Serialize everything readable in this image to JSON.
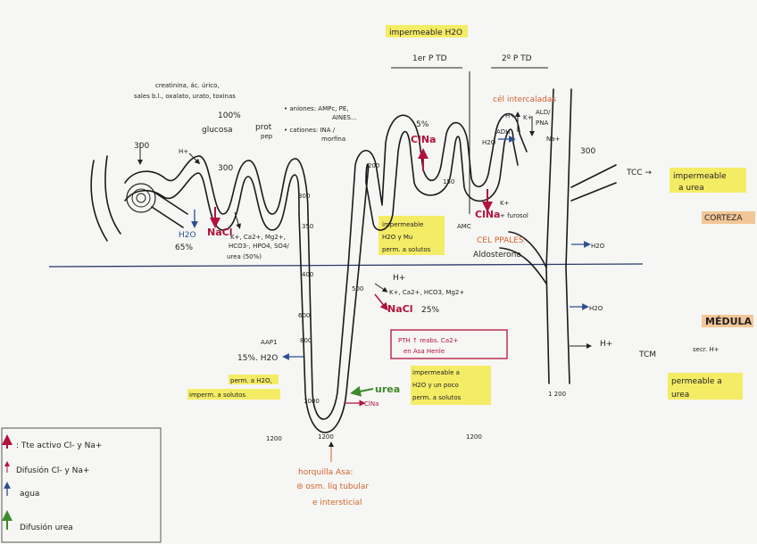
{
  "top": {
    "impermeable_h2o": "impermeable H2O",
    "first_ptd": "1er P TD",
    "second_ptd": "2º P TD"
  },
  "zones": {
    "corteza": "CORTEZA",
    "medula": "MÉDULA"
  },
  "osmolarity": {
    "o300_left": "300",
    "o300_glom": "300",
    "o300_right": "300",
    "o200": "200",
    "o150": "150",
    "o300_desc": "300",
    "o350": "350",
    "o400": "400",
    "o500": "500",
    "o600": "600",
    "o800": "800",
    "o1000": "1000",
    "o1200_a": "1200",
    "o1200_b": "1200",
    "o1200_c": "1200",
    "o1200_d": "1 200"
  },
  "proximal": {
    "secreted": "creatinina, ác. úrico,",
    "secreted2": "sales b.l., oxalato, urato, toxinas",
    "reab_pct": "100%",
    "glucosa": "glucosa",
    "prot": "prot",
    "pep": "pep",
    "h_plus": "H+",
    "h2o": "H2O",
    "h2o_pct": "65%",
    "nacl": "NaCl",
    "ions": "K+, Ca2+, Mg2+,",
    "ions2": "HCO3-, HPO4, SO4/",
    "urea": "urea (50%)",
    "aniones": "• aniones: AMPc, PE,",
    "aniones2": "AINES...",
    "cationes": "• cationes: INA /",
    "cationes2": "morfina"
  },
  "distal": {
    "pct5": "5%",
    "clna": "ClNa",
    "cel_intercaladas": "cél intercaladas",
    "h_plus": "H+",
    "k_plus": "K+",
    "adh": "ADH",
    "ald": "ALD/",
    "pna": "PNA",
    "h2o": "H2O",
    "na_plus": "Na+",
    "k_plus2": "K+",
    "clna2": "ClNa",
    "furosol": "+ furosol",
    "amc": "AMC",
    "cel_ppales": "CEL PPALES",
    "aldosterona": "Aldosterona"
  },
  "notes": {
    "imp_1": "impermeable",
    "imp_2": "H2O y Mu",
    "imp_3": "perm. a solutos",
    "asc_h": "H+",
    "asc_ions": "K+, Ca2+, HCO3, Mg2+",
    "asc_nacl": "NaCl",
    "asc_pct": "25%",
    "pth_1": "PTH ↑ reabs. Ca2+",
    "pth_2": "en Asa Henle",
    "asc_imp_1": "impermeable a",
    "asc_imp_2": "H2O y un poco",
    "asc_imp_3": "perm. a solutos",
    "aqp1": "AAP1",
    "desc_pct": "15%. H2O",
    "desc_perm_1": "perm. a H2O,",
    "desc_perm_2": "imperm. a solutos",
    "urea": "urea",
    "clna": "ClNa",
    "horquilla_1": "horquilla Asa:",
    "horquilla_2": "⊜ osm. líq tubular",
    "horquilla_3": "e intersticial"
  },
  "collecting": {
    "h2o_1": "H2O",
    "h2o_2": "H2O",
    "h_plus": "H+",
    "tcc": "TCC →",
    "tcc_1": "impermeable",
    "tcc_2": "a urea",
    "tcm": "TCM",
    "tcm_sec": "secr. H+",
    "tcm_1": "permeable a",
    "tcm_2": "urea"
  },
  "legend": {
    "active": ": Tte activo Cl- y Na+",
    "diffusion": "Difusión Cl- y Na+",
    "water": "agua",
    "urea": "Difusión urea"
  },
  "colors": {
    "red": "#b3123a",
    "blue": "#2a4f8f",
    "green": "#3e8a2a",
    "orange": "#d2622a",
    "highlight": "#f5ea4c"
  }
}
